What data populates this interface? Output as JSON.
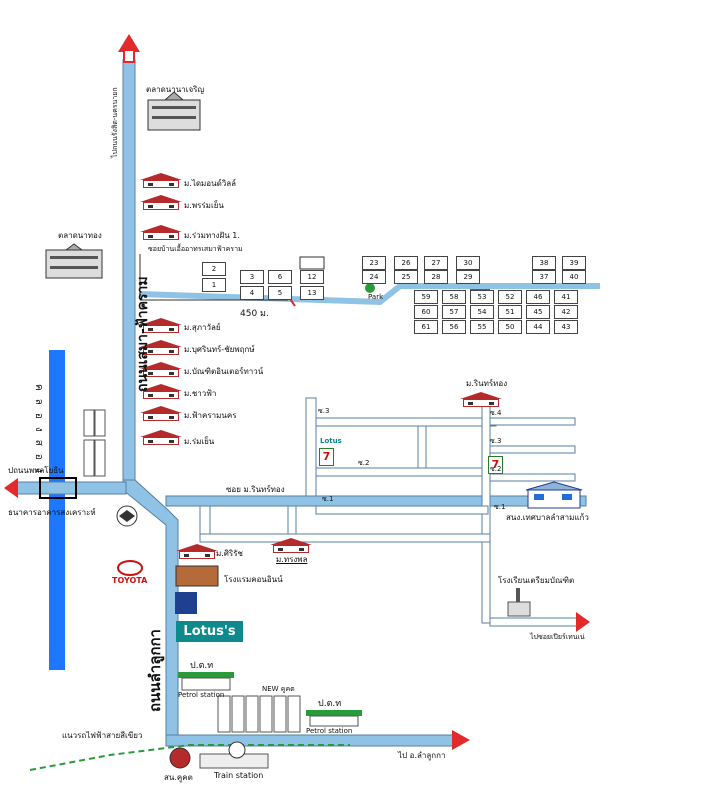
{
  "labels": {
    "talat_nanacharoen": "ตลาดนานาเจริญ",
    "talat_nathong": "ตลาดนาทอง",
    "road_north": "ไปถนนรังสิต-นครนายก",
    "road_main": "ถนนเสมา-ฟ้าคราม",
    "road_lamlukka": "ถนนลำลูกกา",
    "canal": "คลองสอง",
    "to_phahon": "ปถนนพหลโยธิน",
    "bank_tgs": "ธนาคารอาคารสงเคราะห์",
    "soi_lane_near": "ซอยบ้านเอื้ออาทรเสมาฟ้าคราม",
    "dist_450": "450 ม.",
    "park": "Park",
    "moo_diamond": "ม.ไดมอนด์วิลล์",
    "moo_phruemyen": "ม.พรร่มเย็น",
    "moo_ruamthang": "ม.ร่วมทางฝัน 1.",
    "moo_sukawat": "ม.สุภาวัลย์",
    "moo_busarin": "ม.บุศรินทร์-ชัยพฤกษ์",
    "moo_boonsit": "ม.บัณฑิตอินเตอร์ทาวน์",
    "moo_chaofa": "ม.ชาวฟ้า",
    "moo_fakramnakorn": "ม.ฟ้าครามนคร",
    "moo_romyen": "ม.ร่มเย็น",
    "moo_rinthong_top": "ม.รินทร์ทอง",
    "soi_rinthong": "ซอย ม.รินทร์ทอง",
    "soi_3_left": "ซ.3",
    "soi_2_left": "ซ.2",
    "soi_1_left": "ซ.1",
    "soi_4_right": "ซ.4",
    "soi_3_right": "ซ.3",
    "soi_2_right": "ซ.2",
    "soi_1_right": "ซ.1",
    "hospital": "สนง.เทศบาลลำสามแก้ว",
    "school": "โรงเรียนเตรียมบัณฑิต",
    "to_bypass": "ไปซอยเปียร์เทนเน่",
    "moo_sirirat": "ม.ศิริรัช",
    "moo_thongphon": "ม.ทรงพล",
    "hotel": "โรงแรมคอนอินน์",
    "toyota": "TOYOTA",
    "lotus": "Lotus's",
    "lotus_small": "Lotus",
    "seven": "7",
    "ptt1": "ป.ต.ท",
    "petrol1": "Petrol station",
    "new_kukot": "NEW คูคต",
    "ptt2": "ป.ต.ท",
    "petrol2": "Petrol station",
    "green_line": "แนวรถไฟฟ้าสายสีเขียว",
    "to_lamlukka": "ไป อ.ลำลูกกา",
    "sn_kukot": "สน.คูคต",
    "train_station": "Train station"
  },
  "lots": {
    "left_row_top": [
      "2"
    ],
    "left_row_bot": [
      "1"
    ],
    "a_top": [
      "3",
      "6",
      "12",
      "23",
      "26",
      "27",
      "30"
    ],
    "a_bot": [
      "4",
      "5",
      "13",
      "24",
      "25",
      "28",
      "29"
    ],
    "right_top": [
      "38",
      "39"
    ],
    "right_mid": [
      "37",
      "40"
    ],
    "grid_r1": [
      "59",
      "58",
      "53",
      "52",
      "46",
      "41"
    ],
    "grid_r2": [
      "60",
      "57",
      "54",
      "51",
      "45",
      "42"
    ],
    "grid_r3": [
      "61",
      "56",
      "55",
      "50",
      "44",
      "43"
    ]
  },
  "colors": {
    "road": "#8fc3e6",
    "road_edge": "#5a7fa0",
    "canal": "#1e78ff",
    "roof": "#b52a2a",
    "arrow_red": "#e22a2a",
    "green_line": "#2a9a3a",
    "lotus": "#0e8a8c"
  }
}
